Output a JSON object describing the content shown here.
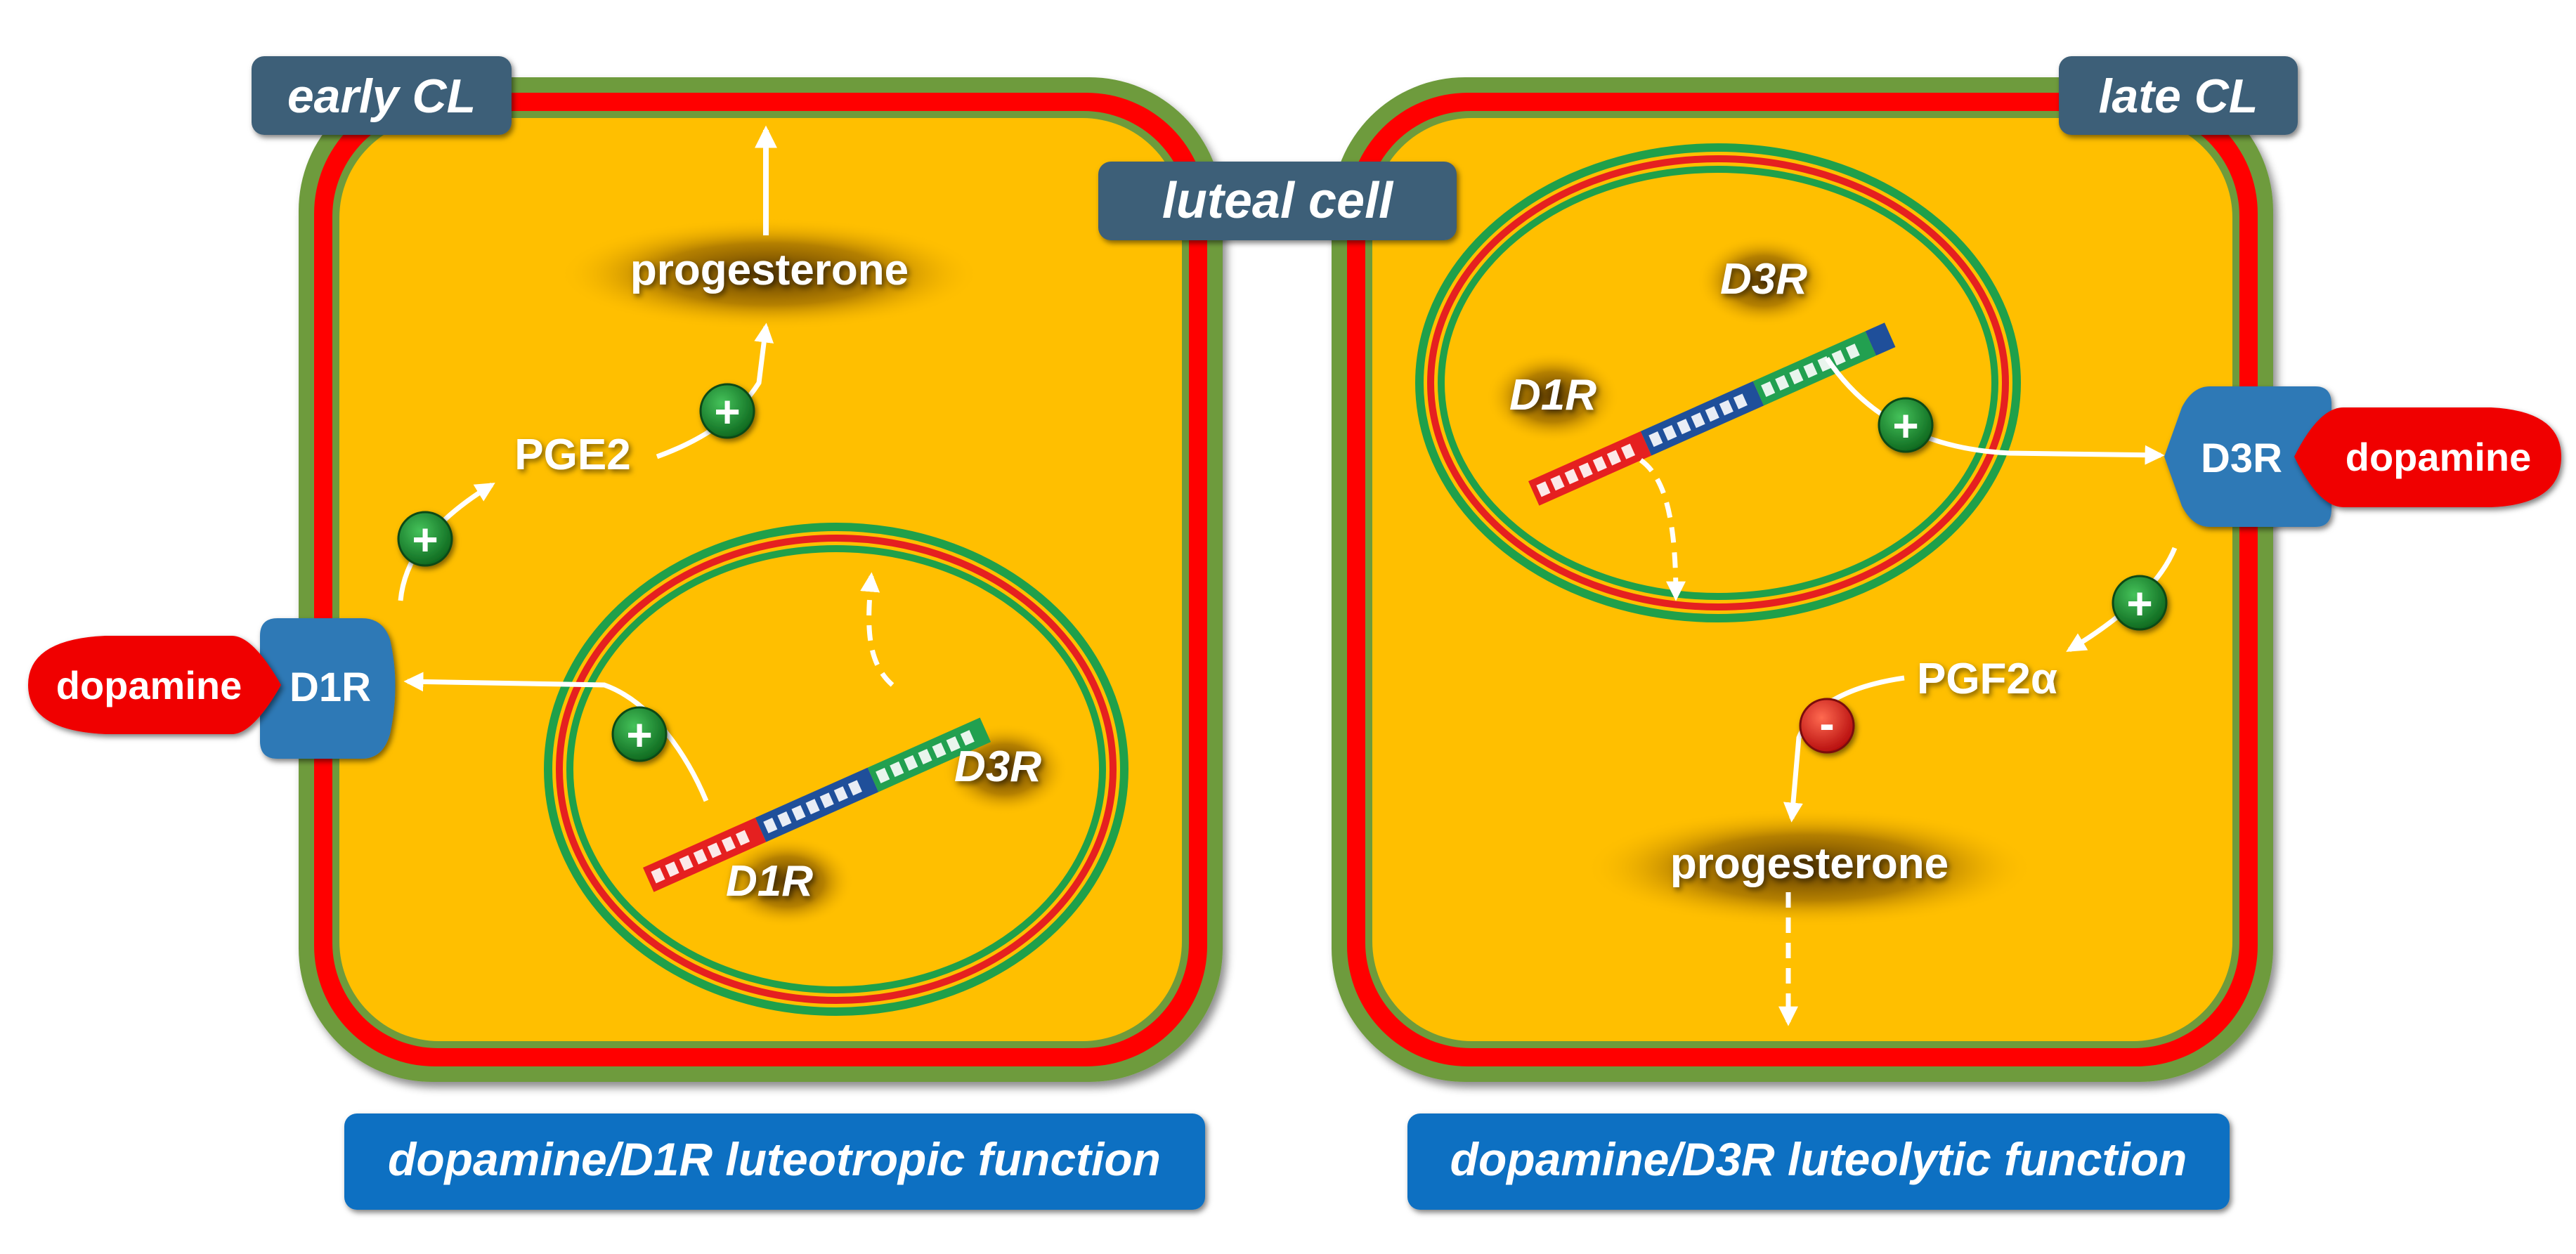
{
  "title": "luteal cell",
  "left_panel": {
    "stage_label": "early CL",
    "caption": "dopamine/D1R luteotropic function",
    "ligand": "dopamine",
    "receptor": "D1R",
    "mediator": "PGE2",
    "hormone": "progesterone",
    "gene_label_d1": "D1R",
    "gene_label_d3": "D3R",
    "plus_sign": "+"
  },
  "right_panel": {
    "stage_label": "late CL",
    "caption": "dopamine/D3R luteolytic function",
    "ligand": "dopamine",
    "receptor": "D3R",
    "mediator": "PGF2α",
    "hormone": "progesterone",
    "gene_label_d1": "D1R",
    "gene_label_d3": "D3R",
    "plus_sign": "+",
    "minus_sign": "-"
  },
  "colors": {
    "cytoplasm": "#FFBF00",
    "membrane_red": "#FF0000",
    "membrane_green": "#6E9B3C",
    "receptor_blue": "#2F79B6",
    "dopamine_red": "#F00000",
    "label_box": "#3E5F78",
    "caption_blue": "#0A6FC2",
    "plus_green": "#1C8A2E",
    "minus_red": "#E02020",
    "dna_red": "#E52020",
    "dna_blue": "#1F4F9A",
    "dna_green": "#22A050"
  }
}
